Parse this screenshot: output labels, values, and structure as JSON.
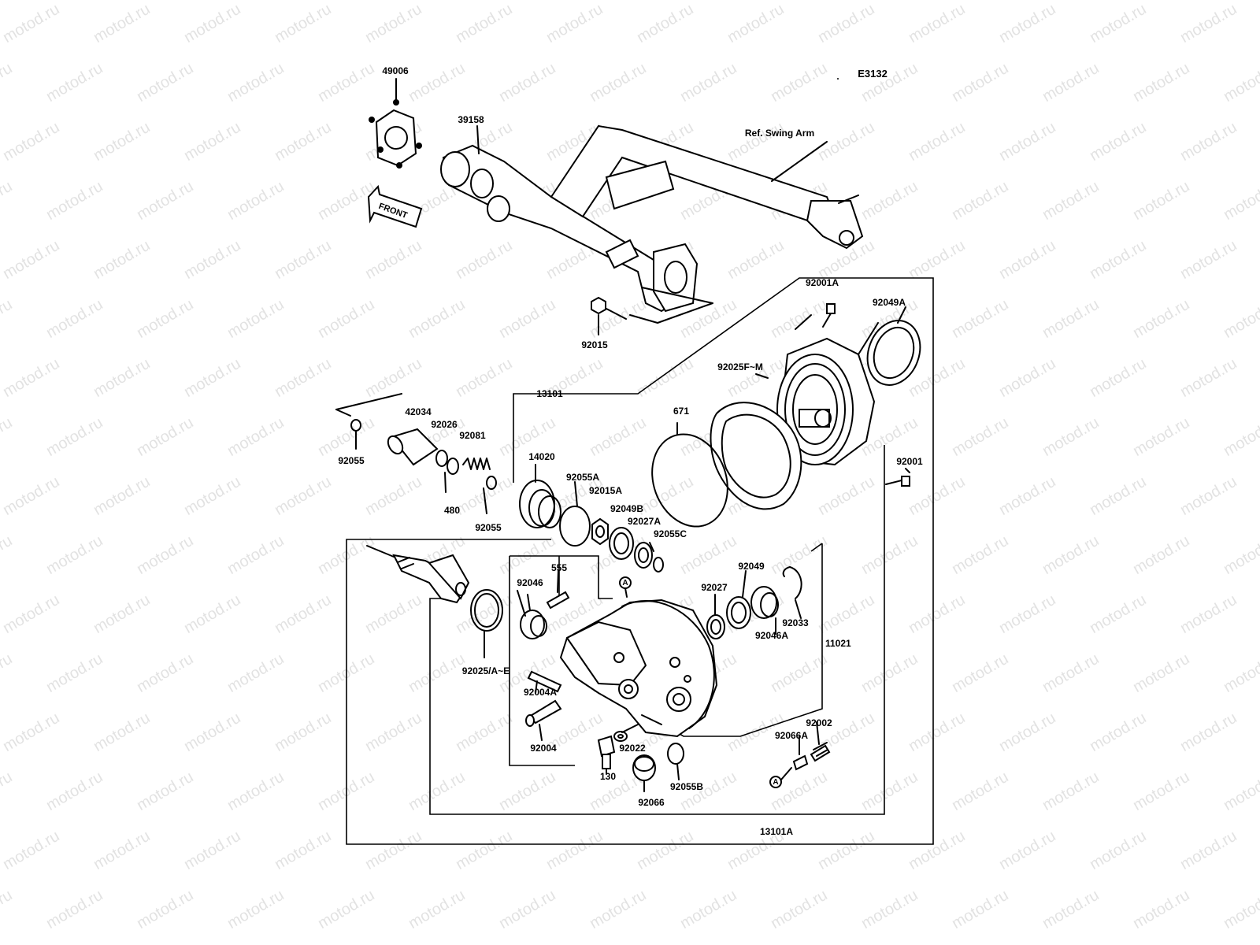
{
  "diagram": {
    "code": "E3132",
    "front_arrow": "FRONT",
    "reference_label": "Ref. Swing Arm",
    "watermark": "motod.ru",
    "parts": {
      "p49006": "49006",
      "p39158": "39158",
      "p92015": "92015",
      "p13101": "13101",
      "p92001A": "92001A",
      "p92049A": "92049A",
      "p92025FM": "92025F~M",
      "p671": "671",
      "p92001": "92001",
      "p92055_top": "92055",
      "p42034": "42034",
      "p92026": "92026",
      "p92081": "92081",
      "p480": "480",
      "p92055_low": "92055",
      "p14020": "14020",
      "p92055A": "92055A",
      "p92015A": "92015A",
      "p92049B": "92049B",
      "p92027A": "92027A",
      "p92055C": "92055C",
      "p555": "555",
      "p92046": "92046",
      "p92025AE": "92025/A~E",
      "p92004A": "92004A",
      "p92004": "92004",
      "p92022": "92022",
      "p130": "130",
      "p92066": "92066",
      "p92055B": "92055B",
      "p92027": "92027",
      "p92049": "92049",
      "p92033": "92033",
      "p92046A": "92046A",
      "p11021": "11021",
      "p92002": "92002",
      "p92066A": "92066A",
      "p13101A": "13101A",
      "markerA1": "A",
      "markerA2": "A"
    }
  }
}
